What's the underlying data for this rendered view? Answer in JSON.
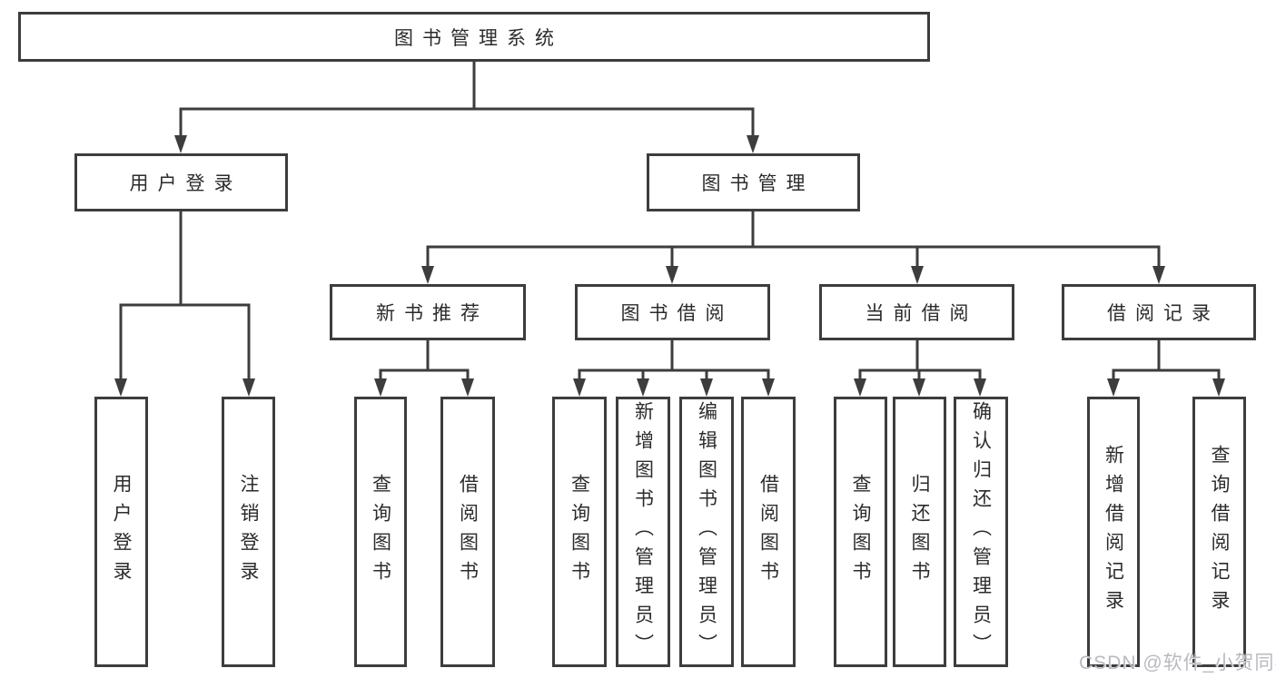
{
  "diagram": {
    "root": {
      "label": "图书管理系统"
    },
    "branches": {
      "user_login": {
        "label": "用户登录",
        "children": [
          {
            "label": "用户登录"
          },
          {
            "label": "注销登录"
          }
        ]
      },
      "book_mgmt": {
        "label": "图书管理",
        "children": [
          {
            "label": "新书推荐",
            "children": [
              {
                "label": "查询图书"
              },
              {
                "label": "借阅图书"
              }
            ]
          },
          {
            "label": "图书借阅",
            "children": [
              {
                "label": "查询图书"
              },
              {
                "label": "新增图书（管理员）"
              },
              {
                "label": "编辑图书（管理员）"
              },
              {
                "label": "借阅图书"
              }
            ]
          },
          {
            "label": "当前借阅",
            "children": [
              {
                "label": "查询图书"
              },
              {
                "label": "归还图书"
              },
              {
                "label": "确认归还（管理员）"
              }
            ]
          },
          {
            "label": "借阅记录",
            "children": [
              {
                "label": "新增借阅记录"
              },
              {
                "label": "查询借阅记录"
              }
            ]
          }
        ]
      }
    }
  },
  "watermark": {
    "text": "CSDN @软件_小贺同学",
    "color": "#b9b9c1"
  },
  "colors": {
    "line": "#3d3d3d",
    "box_border": "#3d3d3d",
    "text": "#2b2b2b",
    "background": "#ffffff"
  }
}
